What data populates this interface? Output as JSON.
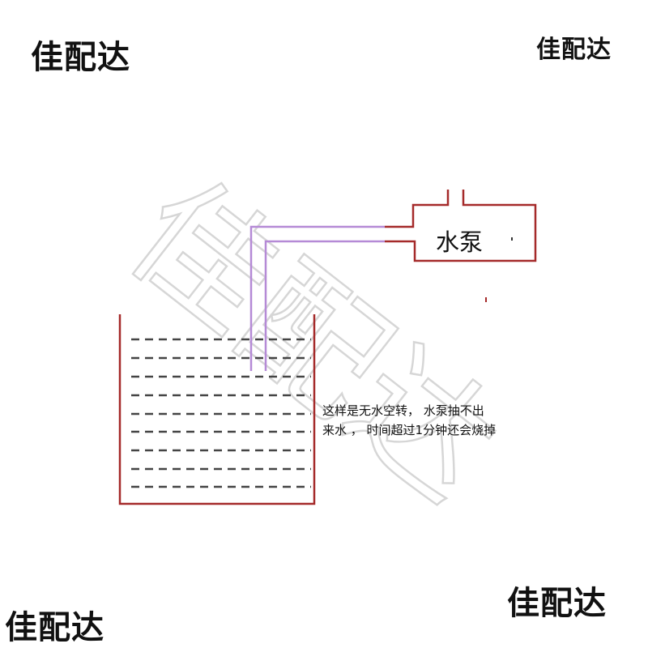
{
  "watermarks": {
    "top_left": "佳配达",
    "top_right": "佳配达",
    "bottom_right": "佳配达",
    "bottom_left": "佳配达",
    "center_large": "佳配达"
  },
  "pump": {
    "label": "水泵"
  },
  "note": {
    "line1": "这样是无水空转， 水泵抽不出",
    "line2": "来水 ， 时间超过1分钟还会烧掉"
  },
  "colors": {
    "outline": "#a52a2a",
    "pipe": "#b58ad6",
    "water_dash": "#444444",
    "watermark": "#d4d4d4"
  }
}
